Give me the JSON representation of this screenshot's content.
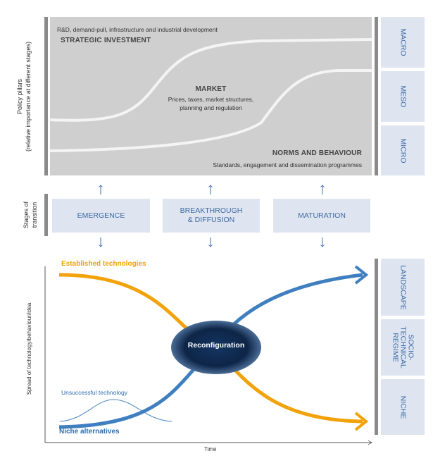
{
  "policy": {
    "side_label_line1": "Policy pillars",
    "side_label_line2": "(relative importance at different stages)",
    "rd_text": "R&D, demand-pull, infrastructure and industrial development",
    "strategic_heading": "STRATEGIC INVESTMENT",
    "market_heading": "MARKET",
    "market_text_line1": "Prices, taxes, market structures,",
    "market_text_line2": "planning and regulation",
    "norms_heading": "NORMS AND BEHAVIOUR",
    "norms_text": "Standards, engagement and dissemination programmes"
  },
  "scales_top": [
    "MACRO",
    "MESO",
    "MICRO"
  ],
  "stages": {
    "side_label_line1": "Stages of",
    "side_label_line2": "transition",
    "items": [
      "EMERGENCE",
      "BREAKTHROUGH\n& DIFFUSION",
      "MATURATION"
    ]
  },
  "levels_bottom": [
    "LANDSCAPE",
    "SOCIO-\nTECHNICAL\nREGIME",
    "NICHE"
  ],
  "diagram": {
    "established": "Established technologies",
    "niche": "Niche alternatives",
    "unsuccessful": "Unsuccessful technology",
    "reconfiguration": "Reconfiguration",
    "y_axis": "Spread of technology/behaviour/idea",
    "x_axis": "Time"
  },
  "colors": {
    "established": "#f2a20a",
    "niche": "#3f7fc0",
    "panel": "#cfcfcf",
    "box": "#dfe5f0",
    "box_text": "#3c6aa4",
    "reconfiguration": "#0e2547"
  }
}
